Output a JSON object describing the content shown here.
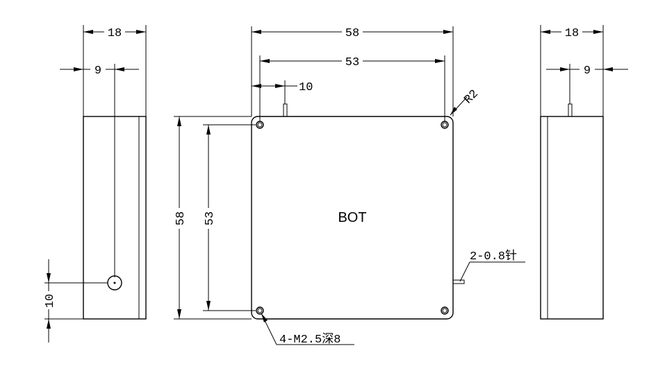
{
  "left_view": {
    "width": "18",
    "half_width": "9",
    "hole_offset": "10"
  },
  "top_view": {
    "width": "58",
    "hole_spacing": "53",
    "pin_offset": "10",
    "corner_radius": "R2",
    "height": "58",
    "hole_spacing_v": "53",
    "center_label": "BOT",
    "pin_note": "2-0.8针",
    "hole_note": "4-M2.5深8"
  },
  "right_view": {
    "width": "18",
    "half_width": "9"
  }
}
